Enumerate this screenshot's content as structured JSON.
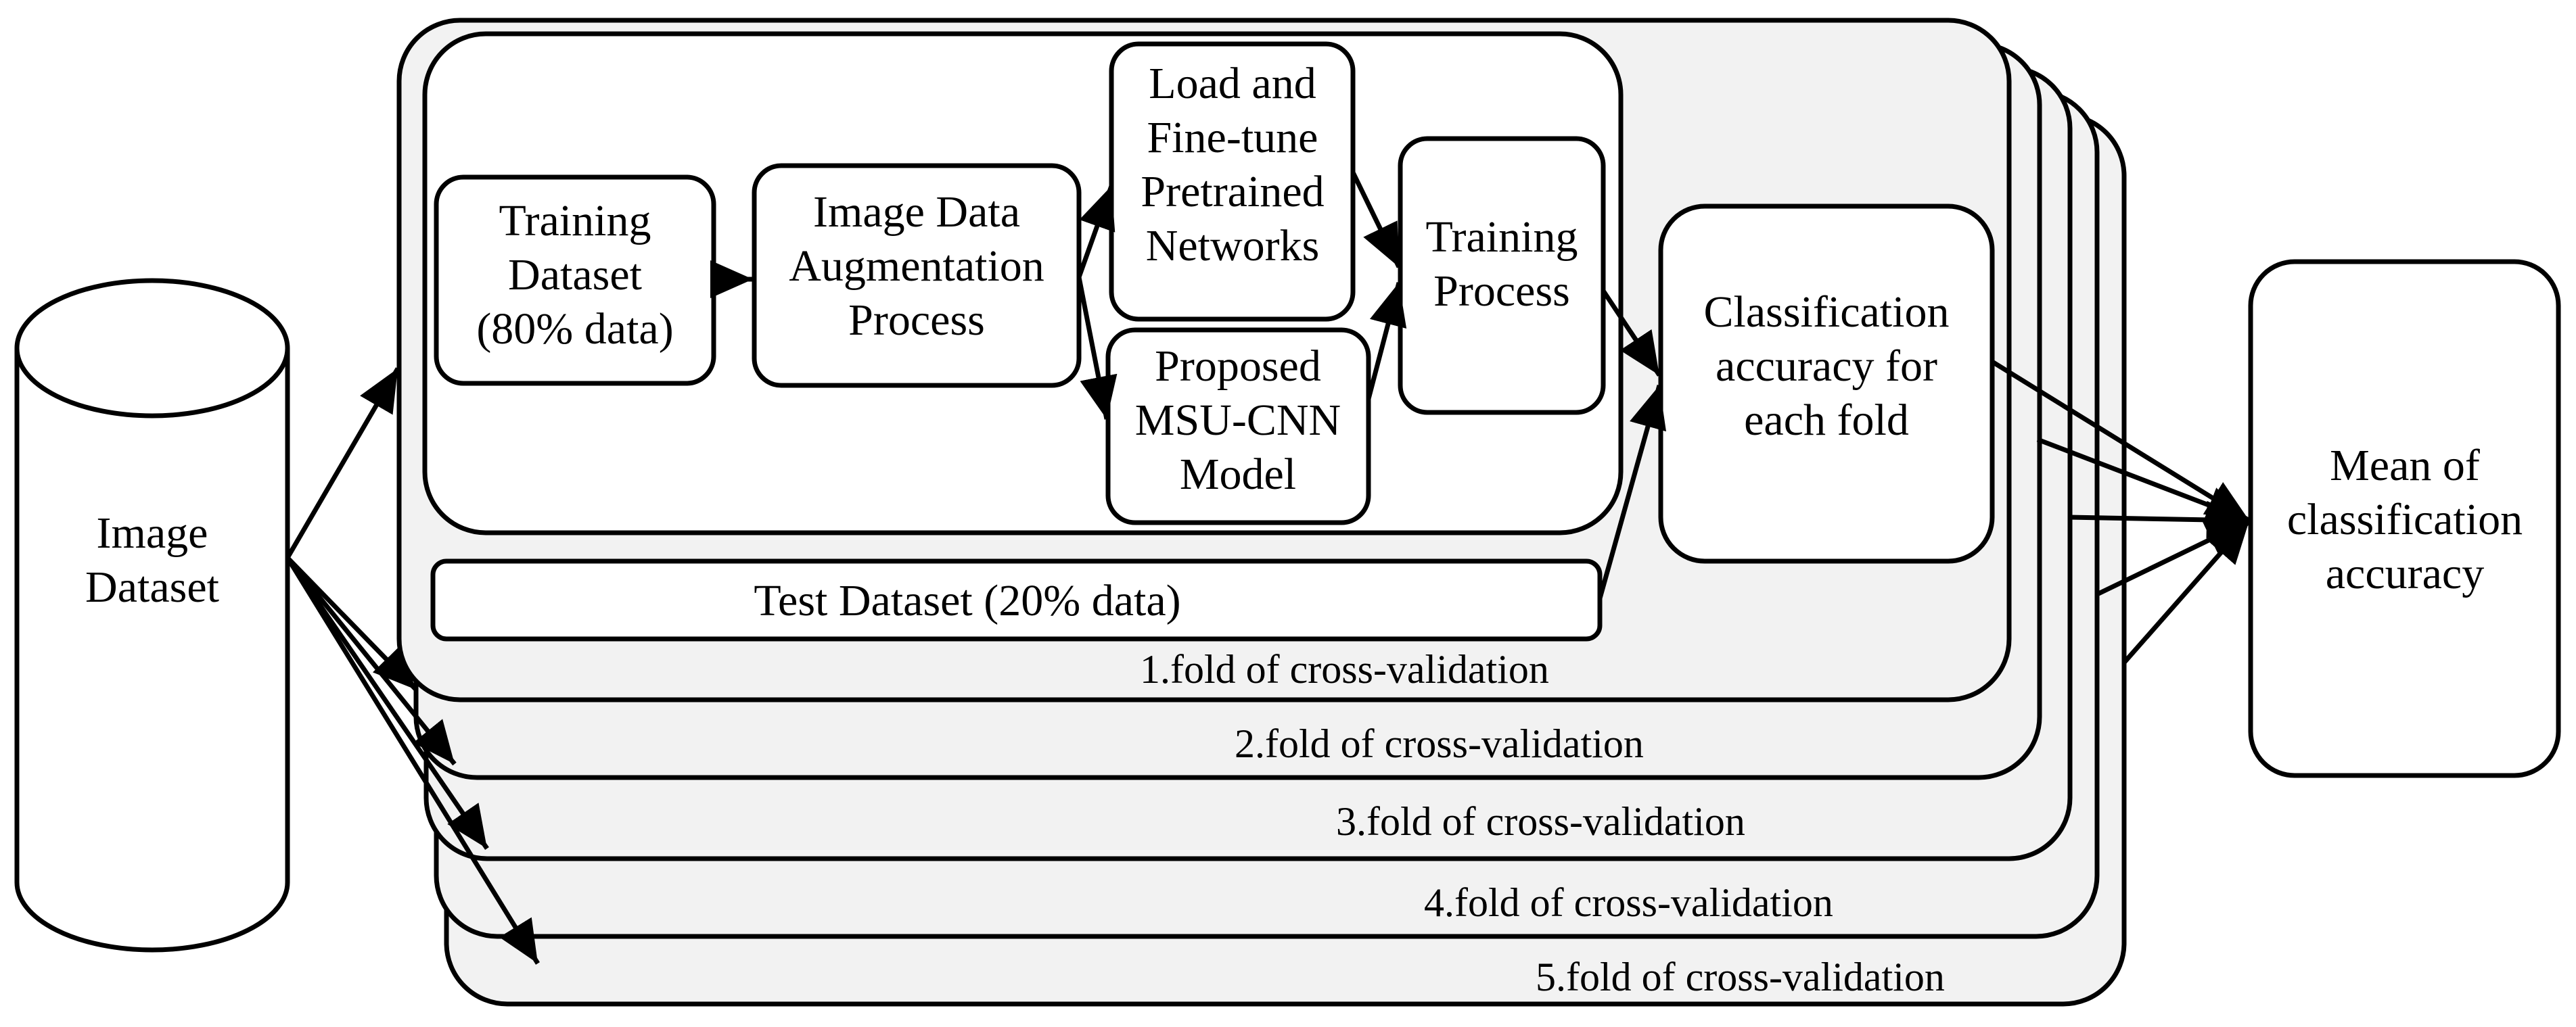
{
  "image_dataset": [
    "Image",
    "Dataset"
  ],
  "training_dataset": [
    "Training",
    "Dataset",
    "(80% data)"
  ],
  "augmentation": [
    "Image Data",
    "Augmentation",
    "Process"
  ],
  "load_finetune": [
    "Load and",
    "Fine-tune",
    "Pretrained",
    "Networks"
  ],
  "msu_cnn": [
    "Proposed",
    "MSU-CNN",
    "Model"
  ],
  "training_process": [
    "Training",
    "Process"
  ],
  "test_dataset": "Test Dataset (20% data)",
  "fold_accuracy": [
    "Classification",
    "accuracy for",
    "each fold"
  ],
  "mean_accuracy": [
    "Mean of",
    "classification",
    "accuracy"
  ],
  "folds": [
    "1.fold of cross-validation",
    "2.fold of cross-validation",
    "3.fold of cross-validation",
    "4.fold of cross-validation",
    "5.fold of cross-validation"
  ]
}
